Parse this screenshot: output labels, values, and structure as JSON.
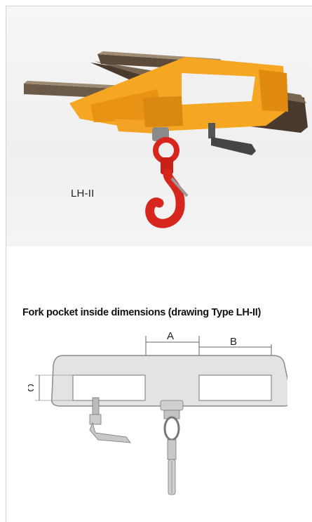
{
  "product_photo": {
    "model_label": "LH-II"
  },
  "drawing_section": {
    "heading": "Fork pocket inside dimensions (drawing Type LH-II)",
    "dimension_labels": {
      "a": "A",
      "b": "B",
      "c": "C"
    }
  },
  "colors": {
    "attachment_orange": "#f5a623",
    "hook_red": "#d7261e",
    "drawing_fill": "#e3e3e3",
    "drawing_stroke": "#8a8a8a"
  }
}
